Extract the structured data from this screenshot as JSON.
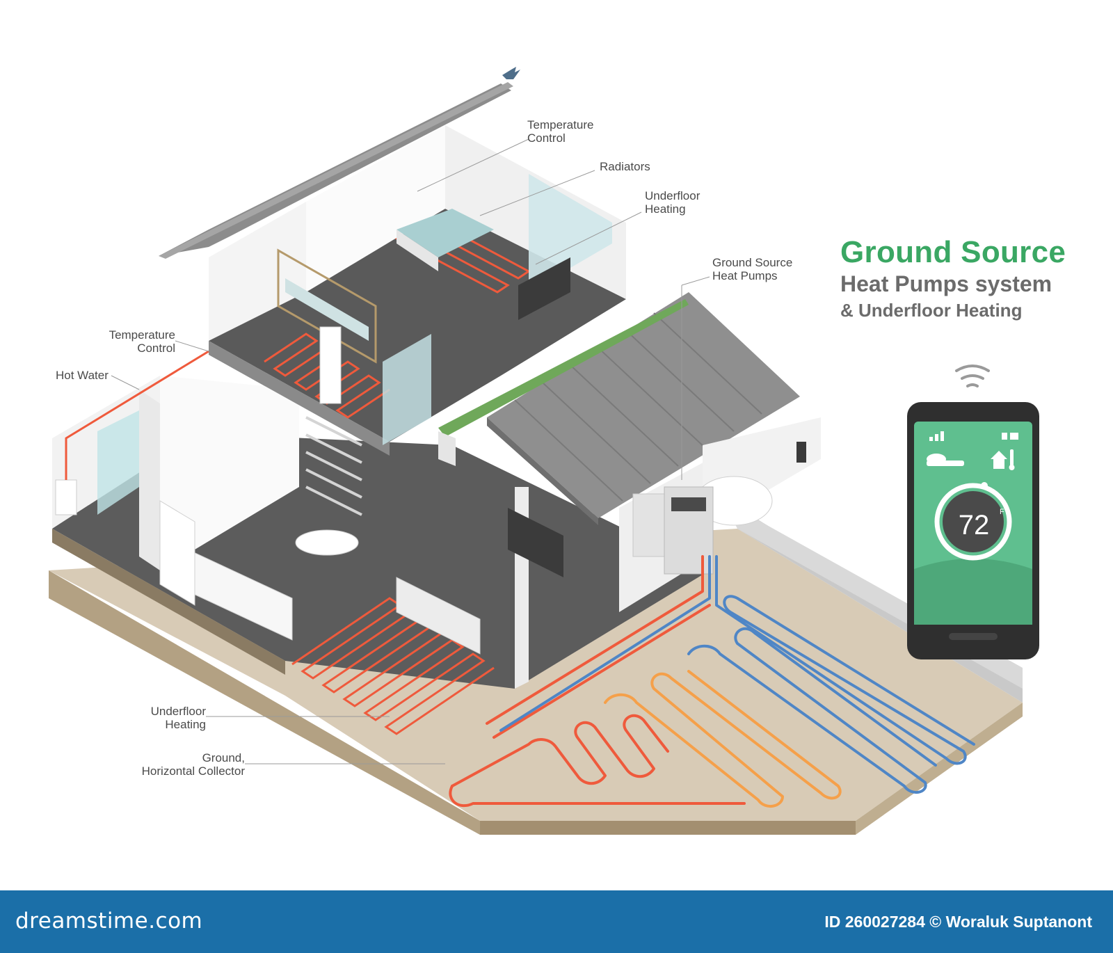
{
  "title": {
    "main": "Ground Source",
    "sub": "Heat Pumps system",
    "sub2": "& Underfloor Heating"
  },
  "callouts": [
    {
      "id": "temperature-control-top",
      "line1": "Temperature",
      "line2": "Control"
    },
    {
      "id": "radiators",
      "line1": "Radiators",
      "line2": ""
    },
    {
      "id": "underfloor-heating-top",
      "line1": "Underfloor",
      "line2": "Heating"
    },
    {
      "id": "ground-source-heat-pumps",
      "line1": "Ground Source",
      "line2": "Heat Pumps"
    },
    {
      "id": "temperature-control-left",
      "line1": "Temperature",
      "line2": "Control"
    },
    {
      "id": "hot-water",
      "line1": "Hot Water",
      "line2": ""
    },
    {
      "id": "underfloor-heating-bottom",
      "line1": "Underfloor",
      "line2": "Heating"
    },
    {
      "id": "ground-horizontal-collector",
      "line1": "Ground,",
      "line2": "Horizontal Collector"
    }
  ],
  "thermostat": {
    "value": "72",
    "unit": "F"
  },
  "footer": {
    "site": "dreamstime.com",
    "credit": "ID 260027284 © Woraluk Suptanont"
  },
  "colors": {
    "title_green": "#3aa763",
    "phone_screen": "#5fbf8f",
    "hot_pipe": "#ef5a3c",
    "warm_pipe": "#f5a04a",
    "cold_pipe": "#4f86c6",
    "footer_bg": "#1b6fa8"
  },
  "icons": [
    "signal-bars-icon",
    "battery-icon",
    "cloud-icon",
    "house-thermometer-icon",
    "wifi-icon",
    "bird-icon"
  ]
}
